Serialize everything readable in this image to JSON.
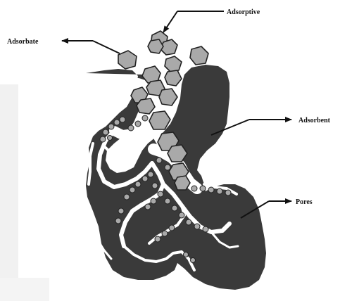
{
  "labels": {
    "adsorptive": "Adsorptive",
    "adsorbate": "Adsorbate",
    "adsorbent": "Adsorbent",
    "pores": "Pores"
  },
  "colors": {
    "adsorbent": "#3a3a3a",
    "particle_fill": "#a9a9a9",
    "particle_stroke": "#222222",
    "pore": "#ffffff",
    "arrow": "#111111",
    "background": "#ffffff"
  },
  "icons": {
    "arrow": "arrow-icon",
    "particle": "particle-icon"
  }
}
